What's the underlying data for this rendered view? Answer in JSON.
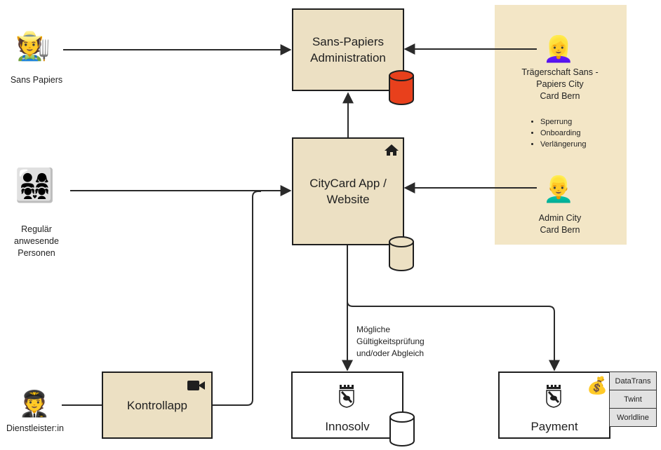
{
  "actors": {
    "sans_papiers": {
      "label": "Sans Papiers",
      "icon": "farmer-icon"
    },
    "regular": {
      "label_lines": [
        "Regulär",
        "anwesende",
        "Personen"
      ],
      "icon": "family-icon"
    },
    "dienstleister": {
      "label": "Dienstleister:in",
      "icon": "pilot-icon"
    },
    "traegerschaft": {
      "label_lines": [
        "Trägerschaft Sans -",
        "Papiers City",
        "Card Bern"
      ],
      "icon": "woman-icon"
    },
    "admin": {
      "label_lines": [
        "Admin City",
        "Card Bern"
      ],
      "icon": "man-icon"
    }
  },
  "tasks": [
    "Sperrung",
    "Onboarding",
    "Verlängerung"
  ],
  "systems": {
    "sans_admin": {
      "lines": [
        "Sans-Papiers",
        "Administration"
      ],
      "db_color": "#e8401c"
    },
    "citycard": {
      "lines": [
        "CityCard App /",
        "Website"
      ],
      "db_color": "#ece0c3"
    },
    "kontrollapp": {
      "label": "Kontrollapp"
    },
    "innosolv": {
      "label": "Innosolv"
    },
    "payment": {
      "label": "Payment",
      "providers": [
        "DataTrans",
        "Twint",
        "Worldline"
      ]
    }
  },
  "edge_label": [
    "Mögliche",
    "Gültigkeitsprüfung",
    "und/oder Abgleich"
  ]
}
